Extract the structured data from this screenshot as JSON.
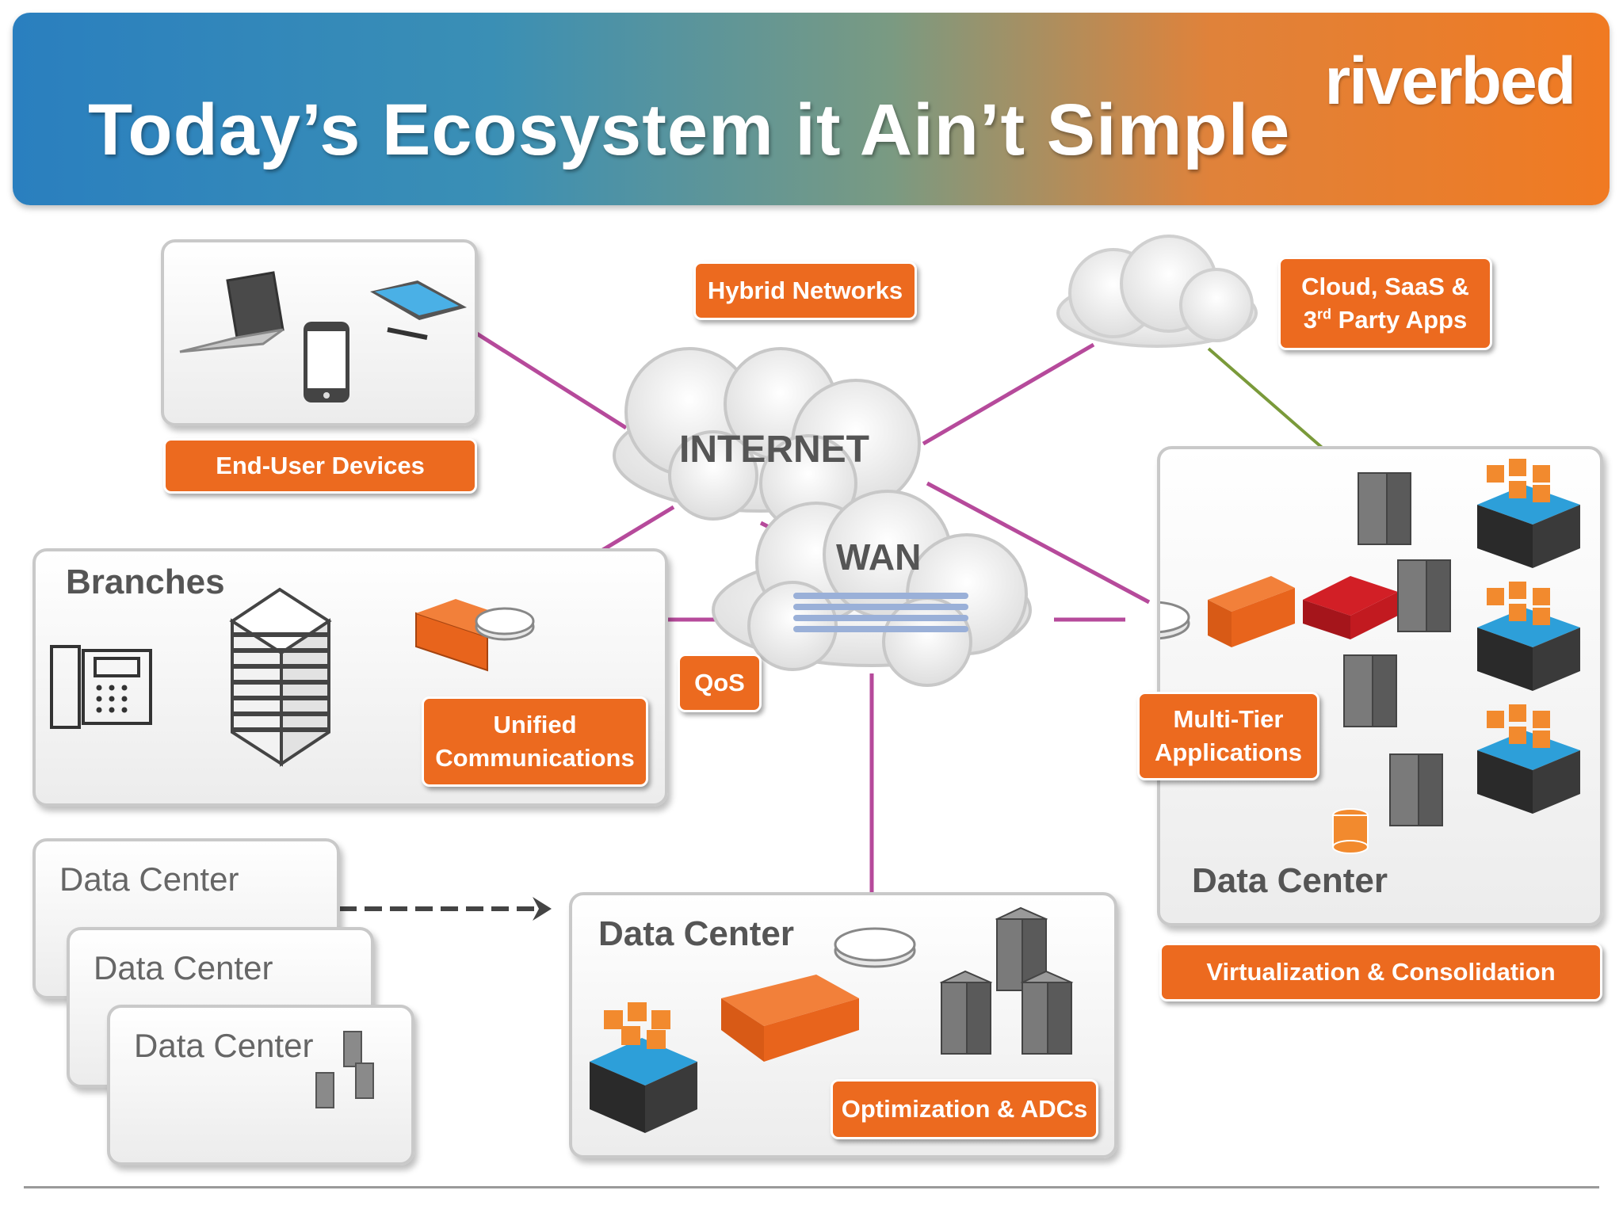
{
  "header": {
    "title": "Today’s Ecosystem it Ain’t Simple",
    "brand": "riverbed"
  },
  "clouds": {
    "internet": "INTERNET",
    "wan": "WAN"
  },
  "panels": {
    "branches": "Branches",
    "dc_stack_1": "Data Center",
    "dc_stack_2": "Data Center",
    "dc_stack_3": "Data Center",
    "dc_center": "Data Center",
    "dc_right": "Data Center"
  },
  "tags": {
    "end_user_devices": "End-User Devices",
    "hybrid_networks": "Hybrid Networks",
    "cloud_saas": "Cloud, SaaS &",
    "third_party": "Party Apps",
    "unified_comms": "Unified\nCommunications",
    "qos": "QoS",
    "multi_tier": "Multi-Tier\nApplications",
    "virtualization": "Virtualization & Consolidation",
    "optimization": "Optimization & ADCs"
  },
  "colors": {
    "accent_orange": "#ec6a1f",
    "link_magenta": "#b64a9b",
    "link_green": "#7a9a3a",
    "header_blue": "#2a7fbf"
  }
}
